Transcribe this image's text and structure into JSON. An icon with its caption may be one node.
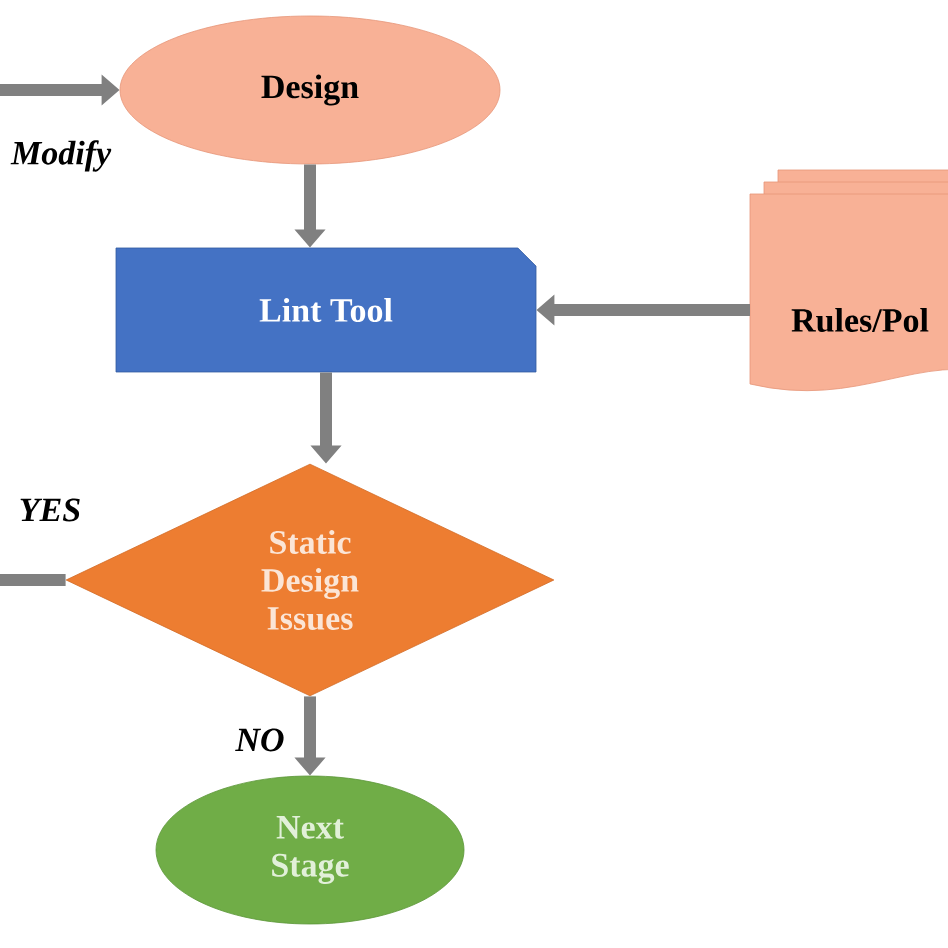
{
  "diagram": {
    "nodes": [
      {
        "text": [
          "Design"
        ]
      },
      {
        "text": [
          "Lint Tool"
        ]
      },
      {
        "text": [
          "Rules/Pol"
        ]
      },
      {
        "text": [
          "Static Design Issues"
        ]
      },
      {
        "text": [
          "Next Stage"
        ]
      }
    ],
    "edges": [
      {
        "from": 0,
        "to": 1,
        "arrow": "to"
      },
      {
        "from": 2,
        "to": 1,
        "arrow": "to"
      },
      {
        "from": 1,
        "to": 3,
        "arrow": "to"
      },
      {
        "from": 3,
        "to": 4,
        "arrow": "to",
        "label": "NO"
      },
      {
        "from": 3,
        "to": 0,
        "arrow": "to",
        "label": "YES"
      }
    ],
    "labels": [
      "Modify"
    ]
  }
}
